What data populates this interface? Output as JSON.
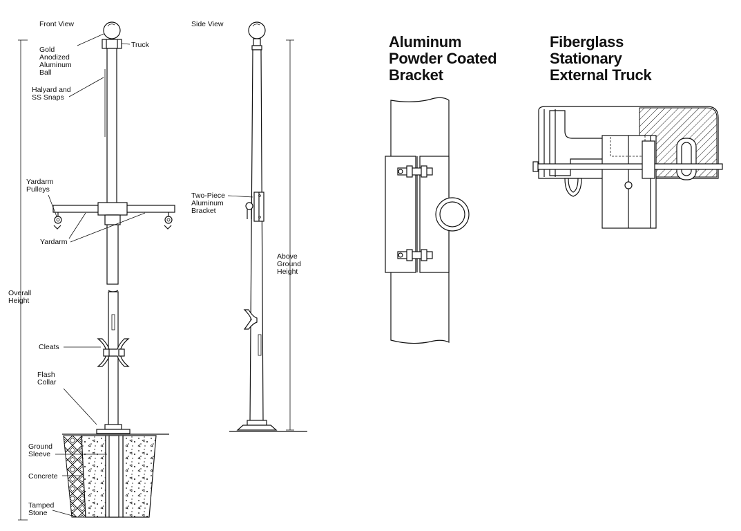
{
  "front_view": {
    "title": "Front View",
    "labels": {
      "truck": "Truck",
      "ball": [
        "Gold",
        "Anodized",
        "Aluminum",
        "Ball"
      ],
      "halyard": [
        "Halyard and",
        "SS Snaps"
      ],
      "yardarm_pulleys": [
        "Yardarm",
        "Pulleys"
      ],
      "yardarm": "Yardarm",
      "overall_height": [
        "Overall",
        "Height"
      ],
      "cleats": "Cleats",
      "flash_collar": [
        "Flash",
        "Collar"
      ],
      "ground_sleeve": [
        "Ground",
        "Sleeve"
      ],
      "concrete": "Concrete",
      "tamped_stone": [
        "Tamped",
        "Stone"
      ]
    }
  },
  "side_view": {
    "title": "Side View",
    "labels": {
      "bracket": [
        "Two-Piece",
        "Aluminum",
        "Bracket"
      ],
      "above_ground": [
        "Above",
        "Ground",
        "Height"
      ]
    }
  },
  "bracket_detail": {
    "title": [
      "Aluminum",
      "Powder Coated",
      "Bracket"
    ]
  },
  "truck_detail": {
    "title": [
      "Fiberglass",
      "Stationary",
      "External Truck"
    ]
  }
}
